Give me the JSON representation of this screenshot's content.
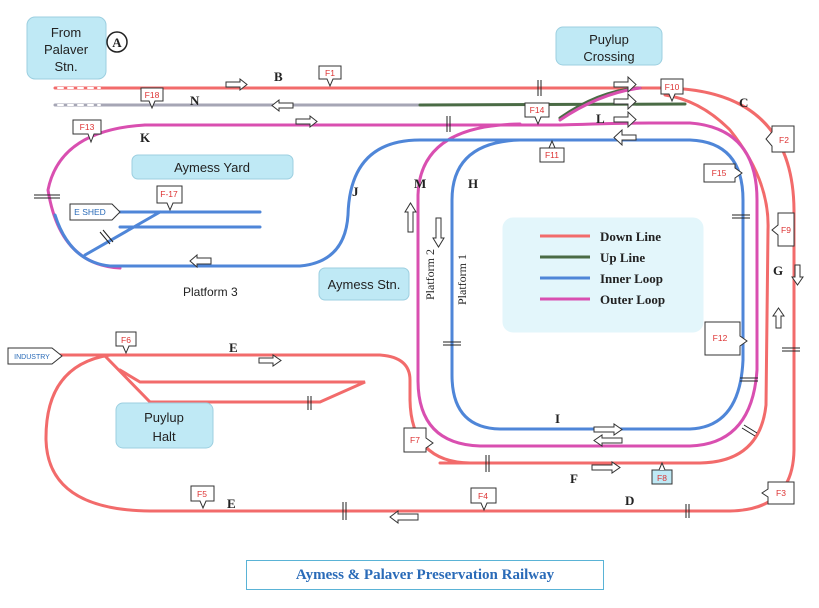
{
  "title": "Aymess & Palaver Preservation Railway",
  "places": {
    "from_palaver": [
      "From",
      "Palaver",
      "Stn."
    ],
    "puylup_crossing": [
      "Puylup",
      "Crossing"
    ],
    "aymess_yard": "Aymess Yard",
    "aymess_stn": "Aymess Stn.",
    "puylup_halt": [
      "Puylup",
      "Halt"
    ],
    "platform3": "Platform 3",
    "platform1": "Platform 1",
    "platform2": "Platform 2",
    "eshed": "E SHED",
    "industry": "INDUSTRY"
  },
  "circle_label": "A",
  "track_letters": {
    "B": "B",
    "N": "N",
    "K": "K",
    "C": "C",
    "L": "L",
    "J": "J",
    "M": "M",
    "H": "H",
    "G": "G",
    "E1": "E",
    "E2": "E",
    "I": "I",
    "F": "F",
    "D": "D"
  },
  "signals": {
    "F1": "F1",
    "F2": "F2",
    "F3": "F3",
    "F4": "F4",
    "F5": "F5",
    "F6": "F6",
    "F7": "F7",
    "F8": "F8",
    "F9": "F9",
    "F10": "F10",
    "F11": "F11",
    "F12": "F12",
    "F13": "F13",
    "F14": "F14",
    "F15": "F15",
    "F17": "F-17",
    "F18": "F18"
  },
  "legend": [
    {
      "label": "Down Line",
      "color": "#f26b6b"
    },
    {
      "label": "Up Line",
      "color": "#4a6b45"
    },
    {
      "label": "Inner Loop",
      "color": "#4f86d8"
    },
    {
      "label": "Outer Loop",
      "color": "#d94fb0"
    }
  ],
  "colors": {
    "down": "#f26b6b",
    "up": "#4a6b45",
    "inner": "#4f86d8",
    "outer": "#d94fb0",
    "grey": "#a6a6b5",
    "box": "#bfe9f5"
  }
}
